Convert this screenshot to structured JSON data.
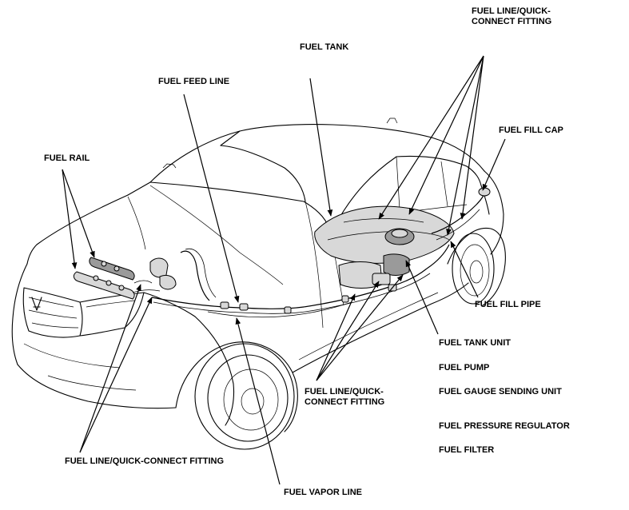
{
  "labels": {
    "fuel_line_top": "FUEL LINE/QUICK-\nCONNECT FITTING",
    "fuel_tank": "FUEL TANK",
    "fuel_feed_line": "FUEL FEED LINE",
    "fuel_fill_cap": "FUEL FILL CAP",
    "fuel_rail": "FUEL RAIL",
    "fuel_fill_pipe": "FUEL FILL PIPE",
    "fuel_tank_unit": "FUEL TANK UNIT",
    "fuel_pump": "FUEL PUMP",
    "fuel_gauge_sending_unit": "FUEL GAUGE SENDING UNIT",
    "fuel_line_middle": "FUEL LINE/QUICK-\nCONNECT FITTING",
    "fuel_pressure_regulator": "FUEL PRESSURE REGULATOR",
    "fuel_filter": "FUEL FILTER",
    "fuel_line_bottom": "FUEL LINE/QUICK-CONNECT FITTING",
    "fuel_vapor_line": "FUEL VAPOR LINE"
  },
  "colors": {
    "ink": "#000000",
    "background": "#ffffff",
    "part_fill": "#d8d8d8"
  }
}
